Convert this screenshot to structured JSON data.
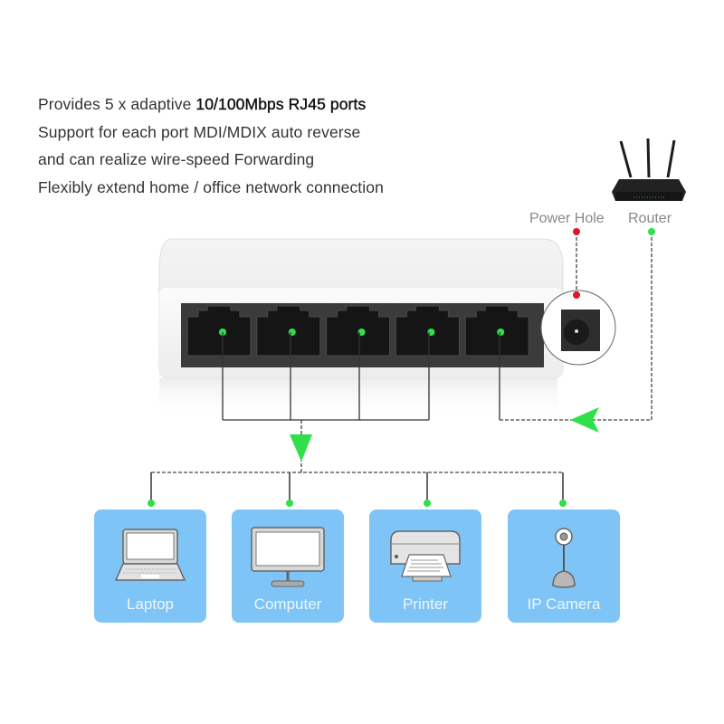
{
  "features": {
    "line1_prefix": "Provides 5 x adaptive ",
    "line1_bold": "10/100Mbps RJ45 ports",
    "line2": "Support for each port MDI/MDIX auto reverse",
    "line3": "and can realize wire-speed Forwarding",
    "line4": "Flexibly extend home / office network connection"
  },
  "switch": {
    "port_count": 5,
    "power_hole_label": "Power Hole",
    "router_label": "Router"
  },
  "colors": {
    "led_green": "#2fe04a",
    "power_red": "#e0152b",
    "card_blue": "#7fc4f6",
    "line_dark": "#333333"
  },
  "devices": [
    {
      "label": "Laptop",
      "icon": "laptop-icon"
    },
    {
      "label": "Computer",
      "icon": "monitor-icon"
    },
    {
      "label": "Printer",
      "icon": "printer-icon"
    },
    {
      "label": "IP Camera",
      "icon": "webcam-icon"
    }
  ]
}
